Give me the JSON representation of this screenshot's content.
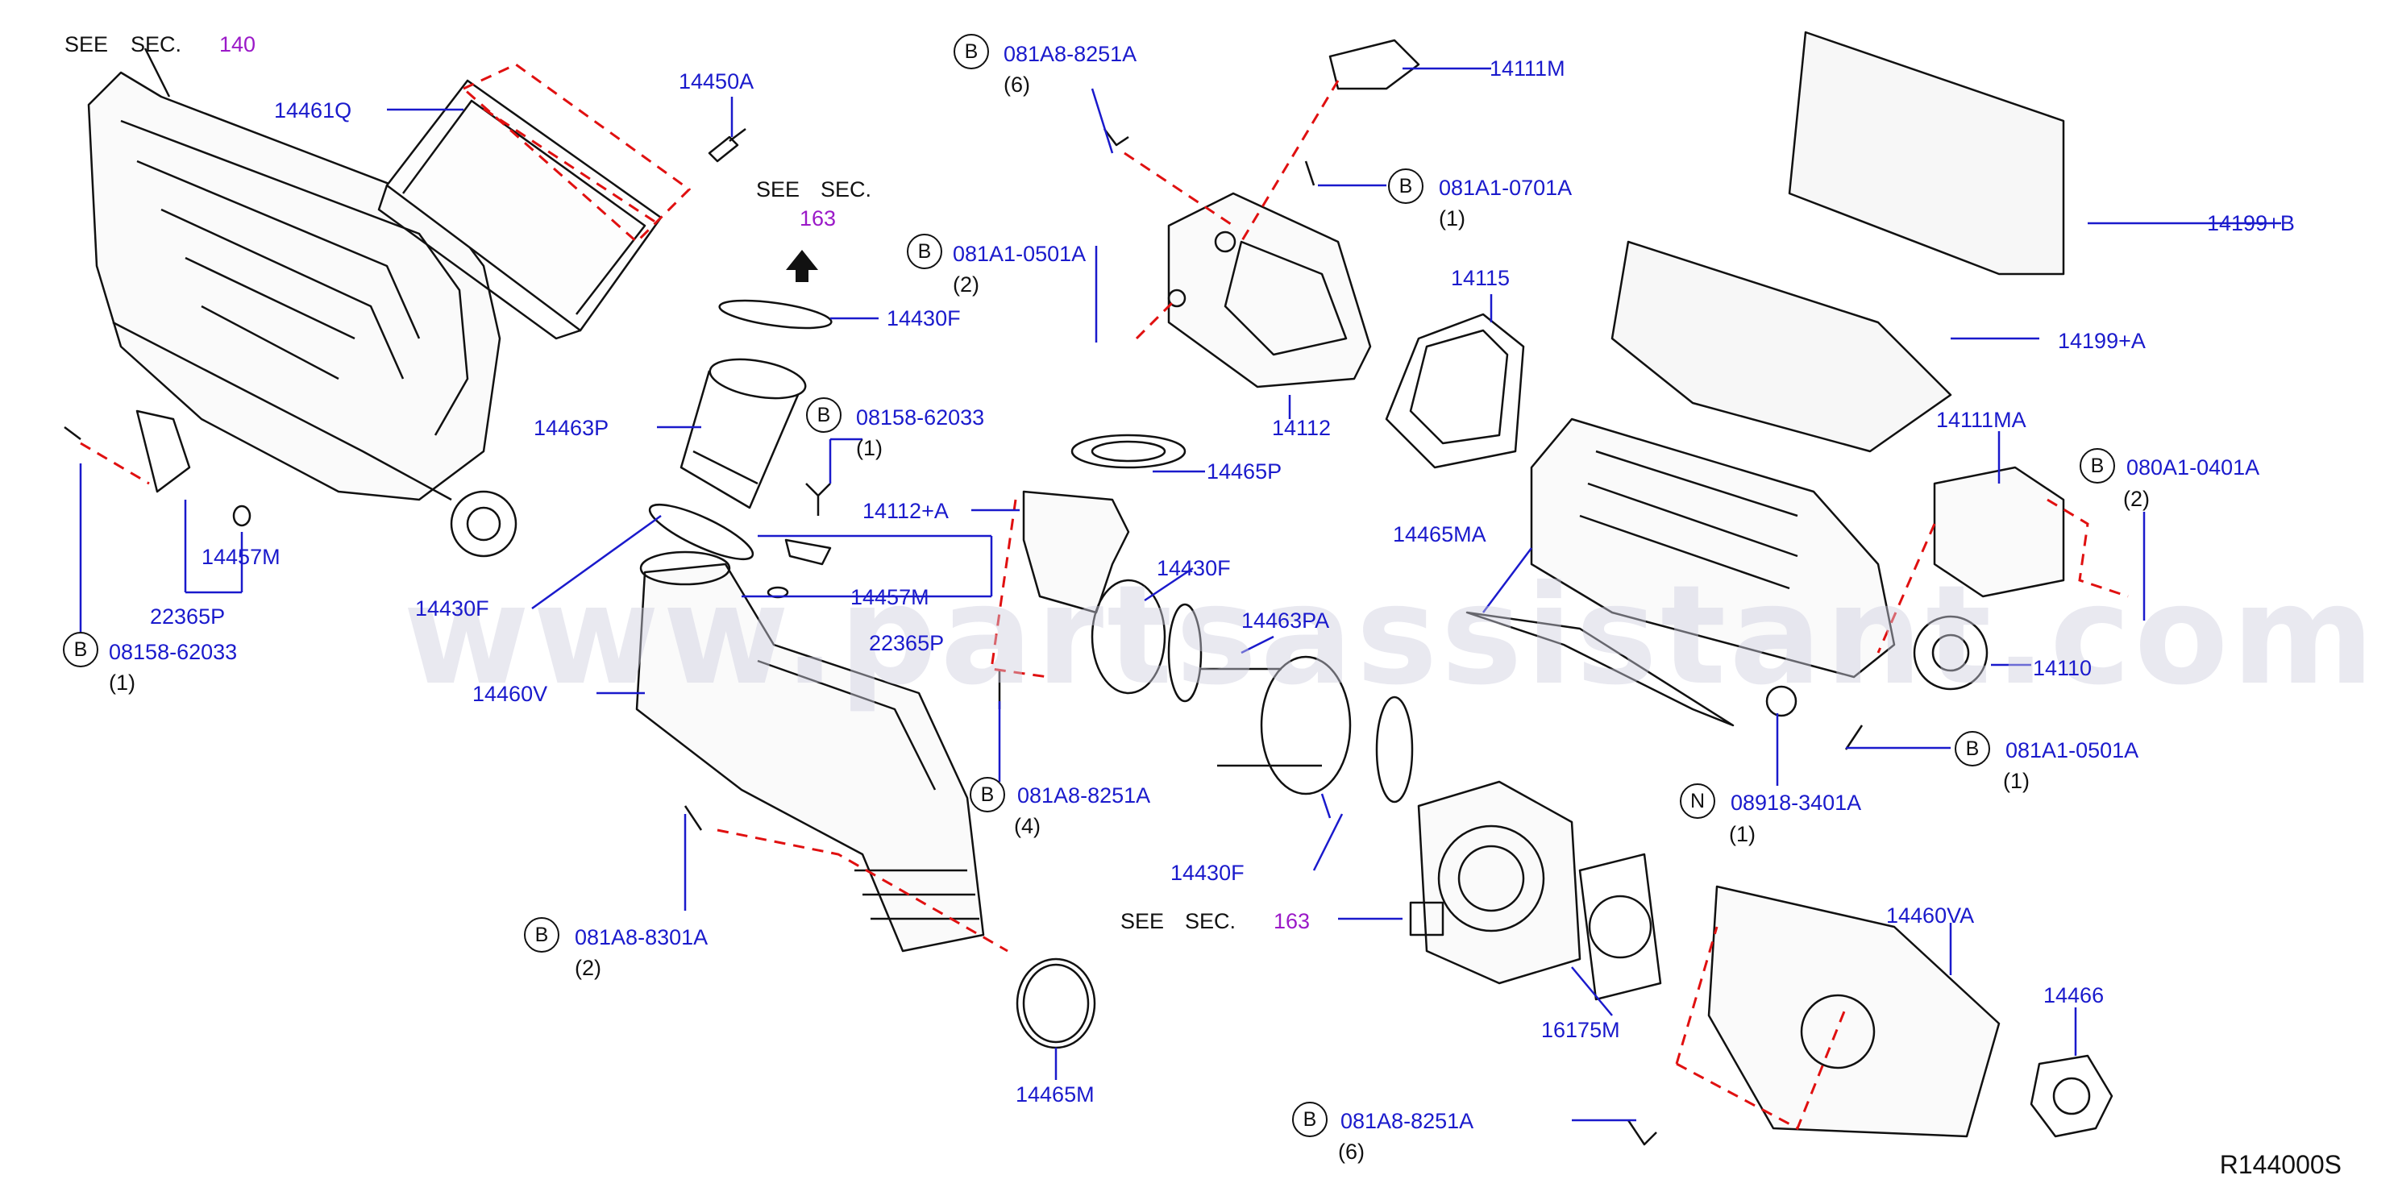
{
  "watermark": "www.partsassistant.com",
  "ref_code": "R144000S",
  "see_sec": {
    "see": "SEE",
    "sec": "SEC."
  },
  "refs": {
    "sec140": "140",
    "sec163a": "163",
    "sec163b": "163"
  },
  "parts": {
    "p14461Q": "14461Q",
    "p14450A": "14450A",
    "p14430F_a": "14430F",
    "p14463P": "14463P",
    "p14457M_a": "14457M",
    "p22365P_a": "22365P",
    "p14430F_b": "14430F",
    "p14460V": "14460V",
    "p14112A": "14112+A",
    "p14457M_b": "14457M",
    "p22365P_b": "22365P",
    "p14111M": "14111M",
    "p14112": "14112",
    "p14115": "14115",
    "p14465P": "14465P",
    "p14430F_c": "14430F",
    "p14463PA": "14463PA",
    "p14465MA": "14465MA",
    "p14430F_d": "14430F",
    "p14465M": "14465M",
    "p14199B": "14199+B",
    "p14199A": "14199+A",
    "p14111MA": "14111MA",
    "p14110": "14110",
    "p16175M": "16175M",
    "p14460VA": "14460VA",
    "p14466": "14466"
  },
  "fasteners": {
    "f1": {
      "prefix": "B",
      "code": "08158-62033",
      "qty": "(1)"
    },
    "f2": {
      "prefix": "B",
      "code": "08158-62033",
      "qty": "(1)"
    },
    "f3": {
      "prefix": "B",
      "code": "081A8-8251A",
      "qty": "(6)"
    },
    "f4": {
      "prefix": "B",
      "code": "081A1-0501A",
      "qty": "(2)"
    },
    "f5": {
      "prefix": "B",
      "code": "081A1-0701A",
      "qty": "(1)"
    },
    "f6": {
      "prefix": "B",
      "code": "081A8-8251A",
      "qty": "(4)"
    },
    "f7": {
      "prefix": "B",
      "code": "081A8-8301A",
      "qty": "(2)"
    },
    "f8": {
      "prefix": "B",
      "code": "080A1-0401A",
      "qty": "(2)"
    },
    "f9": {
      "prefix": "B",
      "code": "081A1-0501A",
      "qty": "(1)"
    },
    "f10": {
      "prefix": "N",
      "code": "08918-3401A",
      "qty": "(1)"
    },
    "f11": {
      "prefix": "B",
      "code": "081A8-8251A",
      "qty": "(6)"
    }
  },
  "colors": {
    "label": "#1a1acc",
    "reference": "#9b19c8",
    "dash": "#e01010",
    "line": "#111111"
  }
}
